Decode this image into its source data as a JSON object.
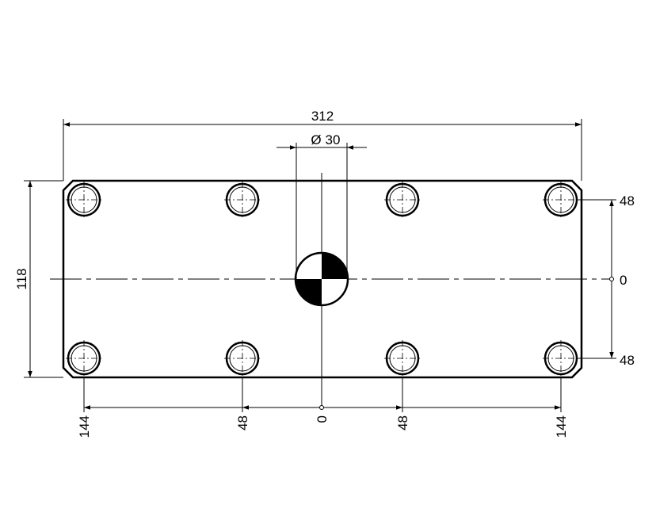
{
  "drawing": {
    "overall_width": "312",
    "overall_height": "118",
    "center_hole_diameter": "30",
    "diameter_symbol": "Ø",
    "right_ordinates": {
      "top": "48",
      "zero": "0",
      "bottom": "48"
    },
    "bottom_ordinates": {
      "far_left": "144",
      "left": "48",
      "zero": "0",
      "right": "48",
      "far_right": "144"
    }
  },
  "colors": {
    "line": "#000000",
    "background": "#ffffff"
  }
}
